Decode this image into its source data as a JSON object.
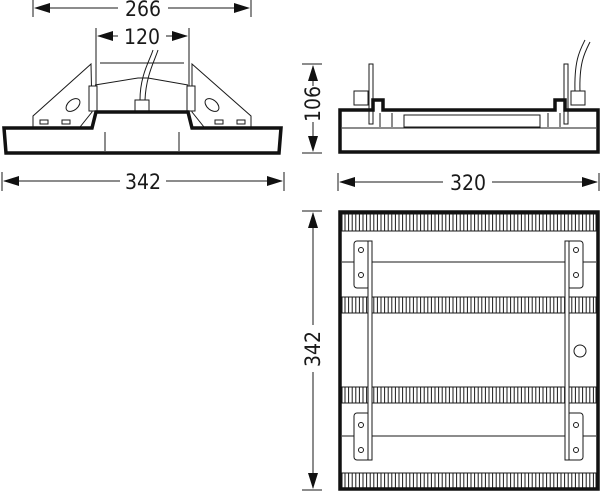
{
  "dimensions": {
    "front_width_brackets": "266",
    "front_width_inner": "120",
    "front_width_total": "342",
    "side_height": "106",
    "side_width": "320",
    "bottom_length": "342"
  },
  "colors": {
    "line": "#1a1a1a",
    "background": "#ffffff"
  }
}
